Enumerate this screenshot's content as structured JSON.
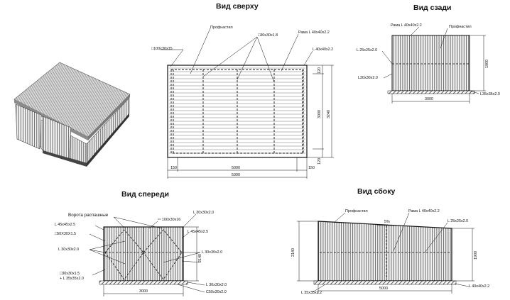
{
  "titles": {
    "top": "Вид сверху",
    "back": "Вид сзади",
    "front": "Вид спереди",
    "side": "Вид сбоку"
  },
  "top_view": {
    "profnastil": "Профнастил",
    "tube_100": "100x30x15",
    "tube_30": "30x30x1.8",
    "frame": "Рама L 40x40x2.2",
    "angle": "L 40x40x2.2",
    "dim_150": "150",
    "dim_5000": "5000",
    "dim_150b": "150",
    "dim_5300": "5300",
    "dim_3000": "3000",
    "dim_3240": "3240",
    "dim_120a": "120",
    "dim_120b": "120"
  },
  "back_view": {
    "frame": "Рама L 40x40x2.2",
    "profnastil": "Профнастил",
    "angle_25": "L 25x25x2.0",
    "angle_30": "L30x30x2.0",
    "angle_35": "L35x35x2.0",
    "dim_3000": "3000",
    "dim_1900": "1900"
  },
  "front_view": {
    "gates": "Ворота распашные",
    "tube_100": "100x30x16",
    "angle_30_top": "L 30x30x2.0",
    "angle_45_left": "L 45x45x2.5",
    "angle_45_right": "L 45x45x2.5",
    "tube_50": "50X30X1.5",
    "angle_30_left": "L 30x30x2.0",
    "angle_30_right": "L 30x30x2.0",
    "tube_30": "30x30x1.5",
    "angle_35": "+ L 35x35x2.0",
    "angle_30_bottom": "L 30x30x2.0",
    "channel": "C50x30x2.0",
    "dim_3000": "3000",
    "dim_2140": "2140"
  },
  "side_view": {
    "profnastil": "Профнастил",
    "frame": "Рама L 40x40x2.2",
    "slope": "5%",
    "angle_25": "L 25x25x2.0",
    "angle_35": "L 35x35x2.2",
    "angle_40": "L 40x40x2.2",
    "dim_5000": "5000",
    "dim_2140": "2140",
    "dim_1900": "1900"
  }
}
